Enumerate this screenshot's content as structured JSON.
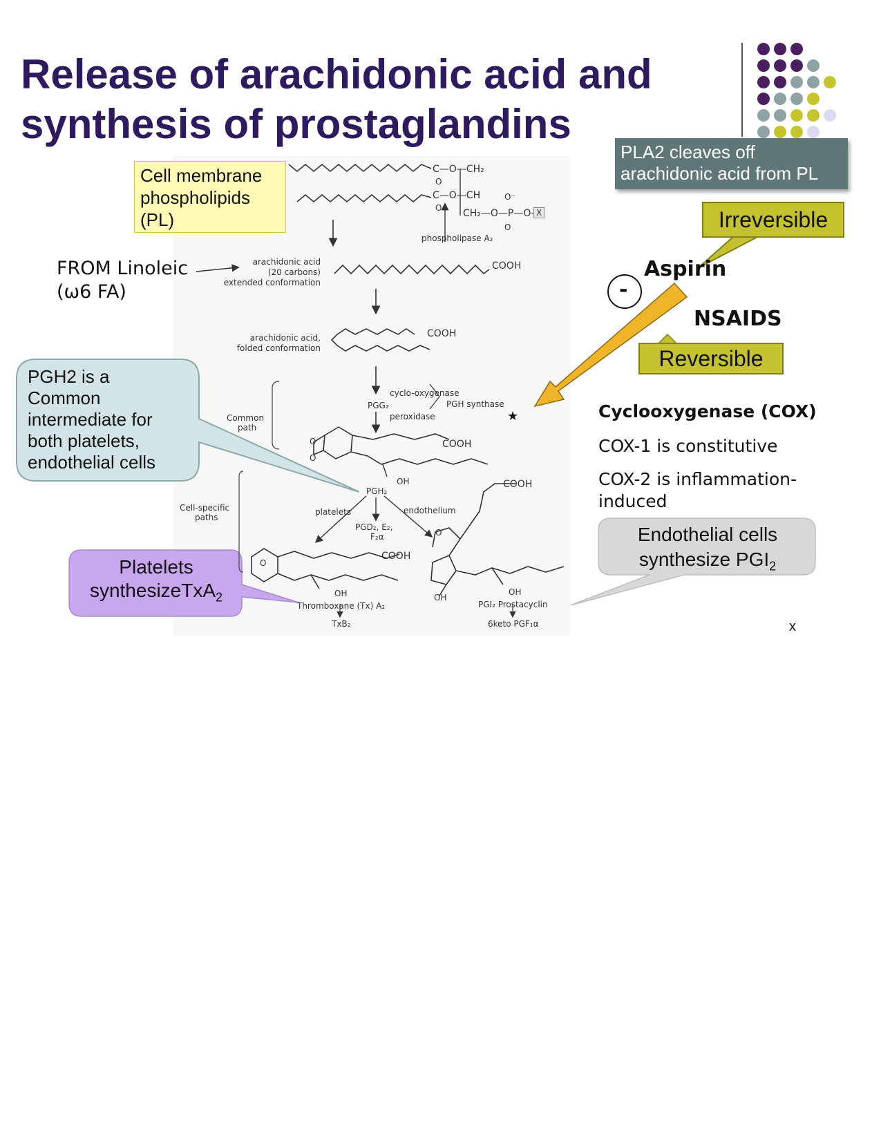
{
  "slide": {
    "title_line1": "Release of arachidonic acid and",
    "title_line2": "synthesis of prostaglandins"
  },
  "colors": {
    "title": "#2e1a5e",
    "purple_dot": "#4a1f62",
    "gray_teal_dot": "#8ea3a3",
    "olive_dot": "#c7c52c",
    "lavender_dot": "#dcd9f2",
    "teal_box": "#5f7777",
    "olive_box": "#c4c22e",
    "arrow_orange": "#f0b429",
    "bubble_blue": "#d3e4e7",
    "bubble_purple": "#c8a6f0",
    "bubble_gray": "#d8d8d8"
  },
  "callouts": {
    "membrane_line1": "Cell membrane",
    "membrane_line2": "phospholipids",
    "membrane_line3": "(PL)",
    "pla2_line1": "PLA2 cleaves off",
    "pla2_line2": "arachidonic acid from PL",
    "irreversible": "Irreversible",
    "reversible": "Reversible",
    "aspirin": "Aspirin",
    "nsaids": "NSAIDS",
    "minus": "-",
    "linoleic_line1": "FROM Linoleic",
    "linoleic_line2": "(ω6 FA)",
    "pgh2_line1": "PGH2 is a",
    "pgh2_line2": "Common",
    "pgh2_line3": "intermediate for",
    "pgh2_line4": "both platelets,",
    "pgh2_line5": "endothelial cells",
    "platelets_line1": "Platelets",
    "platelets_line2": "synthesizeTxA",
    "platelets_sub": "2",
    "endo_line1": "Endothelial cells",
    "endo_line2": "synthesize PGI",
    "endo_sub": "2"
  },
  "cox": {
    "heading": "Cyclooxygenase (COX)",
    "cox1": "COX-1 is constitutive",
    "cox2_line1": "COX-2 is inflammation-",
    "cox2_line2": "induced"
  },
  "diagram": {
    "coo_ch2": "C—O—CH₂",
    "coo_ch": "C—O—CH",
    "phosphate": "CH₂—O—P—O—",
    "x_box": "X",
    "o_minus": "O⁻",
    "o": "O",
    "phospholipase": "phospholipase A₂",
    "aa_line1": "arachidonic acid",
    "aa_line2": "(20 carbons)",
    "aa_line3": "extended conformation",
    "cooh": "COOH",
    "aa_folded1": "arachidonic acid,",
    "aa_folded2": "folded conformation",
    "cyclooxygenase": "cyclo-oxygenase",
    "pgg2": "PGG₂",
    "pgh_synthase": "PGH synthase",
    "peroxidase": "peroxidase",
    "star": "★",
    "common1": "Common",
    "common2": "path",
    "oh": "OH",
    "pgh2": "PGH₂",
    "cellspec1": "Cell-specific",
    "cellspec2": "paths",
    "platelets": "platelets",
    "endothelium": "endothelium",
    "pgd2_line1": "PGD₂, E₂,",
    "pgd2_line2": "F₂α",
    "txa2": "Thromboxane (Tx) A₂",
    "txb2": "TxB₂",
    "pgi2": "PGI₂ Prostacyclin",
    "keto": "6keto PGF₁α"
  },
  "stray_mark": "x"
}
